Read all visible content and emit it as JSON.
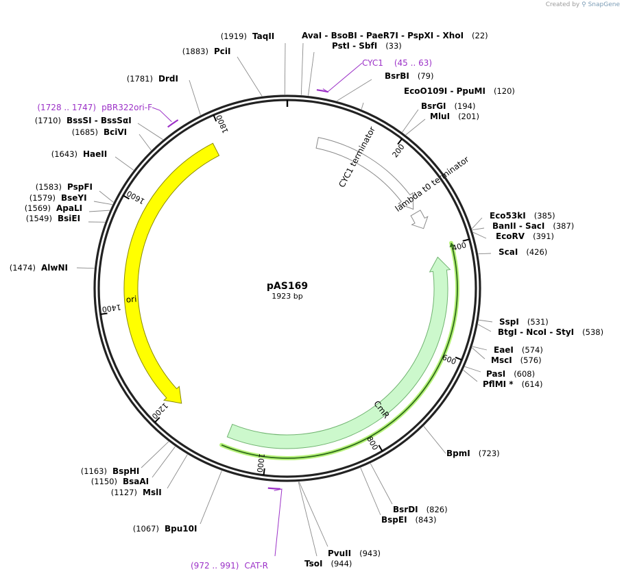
{
  "credit": {
    "prefix": "Created by",
    "brand": "SnapGene"
  },
  "plasmid": {
    "name": "pAS169",
    "length": 1923,
    "length_label": "1923 bp"
  },
  "ticks": [
    {
      "bp": 200,
      "label": "200"
    },
    {
      "bp": 400,
      "label": "400"
    },
    {
      "bp": 600,
      "label": "600"
    },
    {
      "bp": 800,
      "label": "800"
    },
    {
      "bp": 1000,
      "label": "1000"
    },
    {
      "bp": 1200,
      "label": "1200"
    },
    {
      "bp": 1400,
      "label": "1400"
    },
    {
      "bp": 1600,
      "label": "1600"
    },
    {
      "bp": 1800,
      "label": "1800"
    }
  ],
  "features": [
    {
      "name": "CYC1 terminator",
      "start": 62,
      "end": 309,
      "direction": "forward",
      "color": "#ffffff",
      "stroke": "#888888"
    },
    {
      "name": "lambda t0 terminator",
      "start": 318,
      "end": 354,
      "direction": "forward",
      "color": "#ffffff",
      "stroke": "#888888"
    },
    {
      "name": "CmR",
      "start": 418,
      "end": 1079,
      "direction": "reverse",
      "color": "#ccf8cc",
      "stroke": "#6fb36f"
    },
    {
      "name": "ori",
      "start": 1189,
      "end": 1778,
      "direction": "reverse",
      "color": "#ffff00",
      "stroke": "#8a8a00"
    }
  ],
  "orf": {
    "start": 398,
    "end": 1083,
    "color": "#2e6b1a",
    "glow": "#b6f279"
  },
  "primers": [
    {
      "name": "CYC1",
      "range": "(45 .. 63)",
      "start": 45,
      "end": 63
    },
    {
      "name": "pBR322ori-F",
      "range": "(1728 .. 1747)",
      "start": 1728,
      "end": 1747
    },
    {
      "name": "CAT-R",
      "range": "(972 .. 991)",
      "start": 972,
      "end": 991
    }
  ],
  "sites": [
    {
      "text": "TaqII",
      "pos": "(1919)",
      "bp": 1919
    },
    {
      "text": "PciI",
      "pos": "(1883)",
      "bp": 1883
    },
    {
      "text": "DrdI",
      "pos": "(1781)",
      "bp": 1781
    },
    {
      "text": "BssSI - BssSαI",
      "pos": "(1710)",
      "bp": 1710
    },
    {
      "text": "BciVI",
      "pos": "(1685)",
      "bp": 1685
    },
    {
      "text": "HaeII",
      "pos": "(1643)",
      "bp": 1643
    },
    {
      "text": "PspFI",
      "pos": "(1583)",
      "bp": 1583
    },
    {
      "text": "BseYI",
      "pos": "(1579)",
      "bp": 1579
    },
    {
      "text": "ApaLI",
      "pos": "(1569)",
      "bp": 1569
    },
    {
      "text": "BsiEI",
      "pos": "(1549)",
      "bp": 1549
    },
    {
      "text": "AlwNI",
      "pos": "(1474)",
      "bp": 1474
    },
    {
      "text": "BspHI",
      "pos": "(1163)",
      "bp": 1163
    },
    {
      "text": "BsaAI",
      "pos": "(1150)",
      "bp": 1150
    },
    {
      "text": "MslI",
      "pos": "(1127)",
      "bp": 1127
    },
    {
      "text": "Bpu10I",
      "pos": "(1067)",
      "bp": 1067
    },
    {
      "text": "AvaI - BsoBI - PaeR7I - PspXI - XhoI",
      "pos": "(22)",
      "bp": 22
    },
    {
      "text": "PstI - SbfI",
      "pos": "(33)",
      "bp": 33
    },
    {
      "text": "BsrBI",
      "pos": "(79)",
      "bp": 79
    },
    {
      "text": "EcoO109I - PpuMI",
      "pos": "(120)",
      "bp": 120
    },
    {
      "text": "BsrGI",
      "pos": "(194)",
      "bp": 194
    },
    {
      "text": "MluI",
      "pos": "(201)",
      "bp": 201
    },
    {
      "text": "Eco53kI",
      "pos": "(385)",
      "bp": 385
    },
    {
      "text": "BanII - SacI",
      "pos": "(387)",
      "bp": 387
    },
    {
      "text": "EcoRV",
      "pos": "(391)",
      "bp": 391
    },
    {
      "text": "ScaI",
      "pos": "(426)",
      "bp": 426
    },
    {
      "text": "SspI",
      "pos": "(531)",
      "bp": 531
    },
    {
      "text": "BtgI - NcoI - StyI",
      "pos": "(538)",
      "bp": 538
    },
    {
      "text": "EaeI",
      "pos": "(574)",
      "bp": 574
    },
    {
      "text": "MscI",
      "pos": "(576)",
      "bp": 576
    },
    {
      "text": "PasI",
      "pos": "(608)",
      "bp": 608
    },
    {
      "text": "PflMI *",
      "pos": "(614)",
      "bp": 614
    },
    {
      "text": "BpmI",
      "pos": "(723)",
      "bp": 723
    },
    {
      "text": "BsrDI",
      "pos": "(826)",
      "bp": 826
    },
    {
      "text": "BspEI",
      "pos": "(843)",
      "bp": 843
    },
    {
      "text": "PvuII",
      "pos": "(943)",
      "bp": 943
    },
    {
      "text": "TsoI",
      "pos": "(944)",
      "bp": 944
    }
  ]
}
